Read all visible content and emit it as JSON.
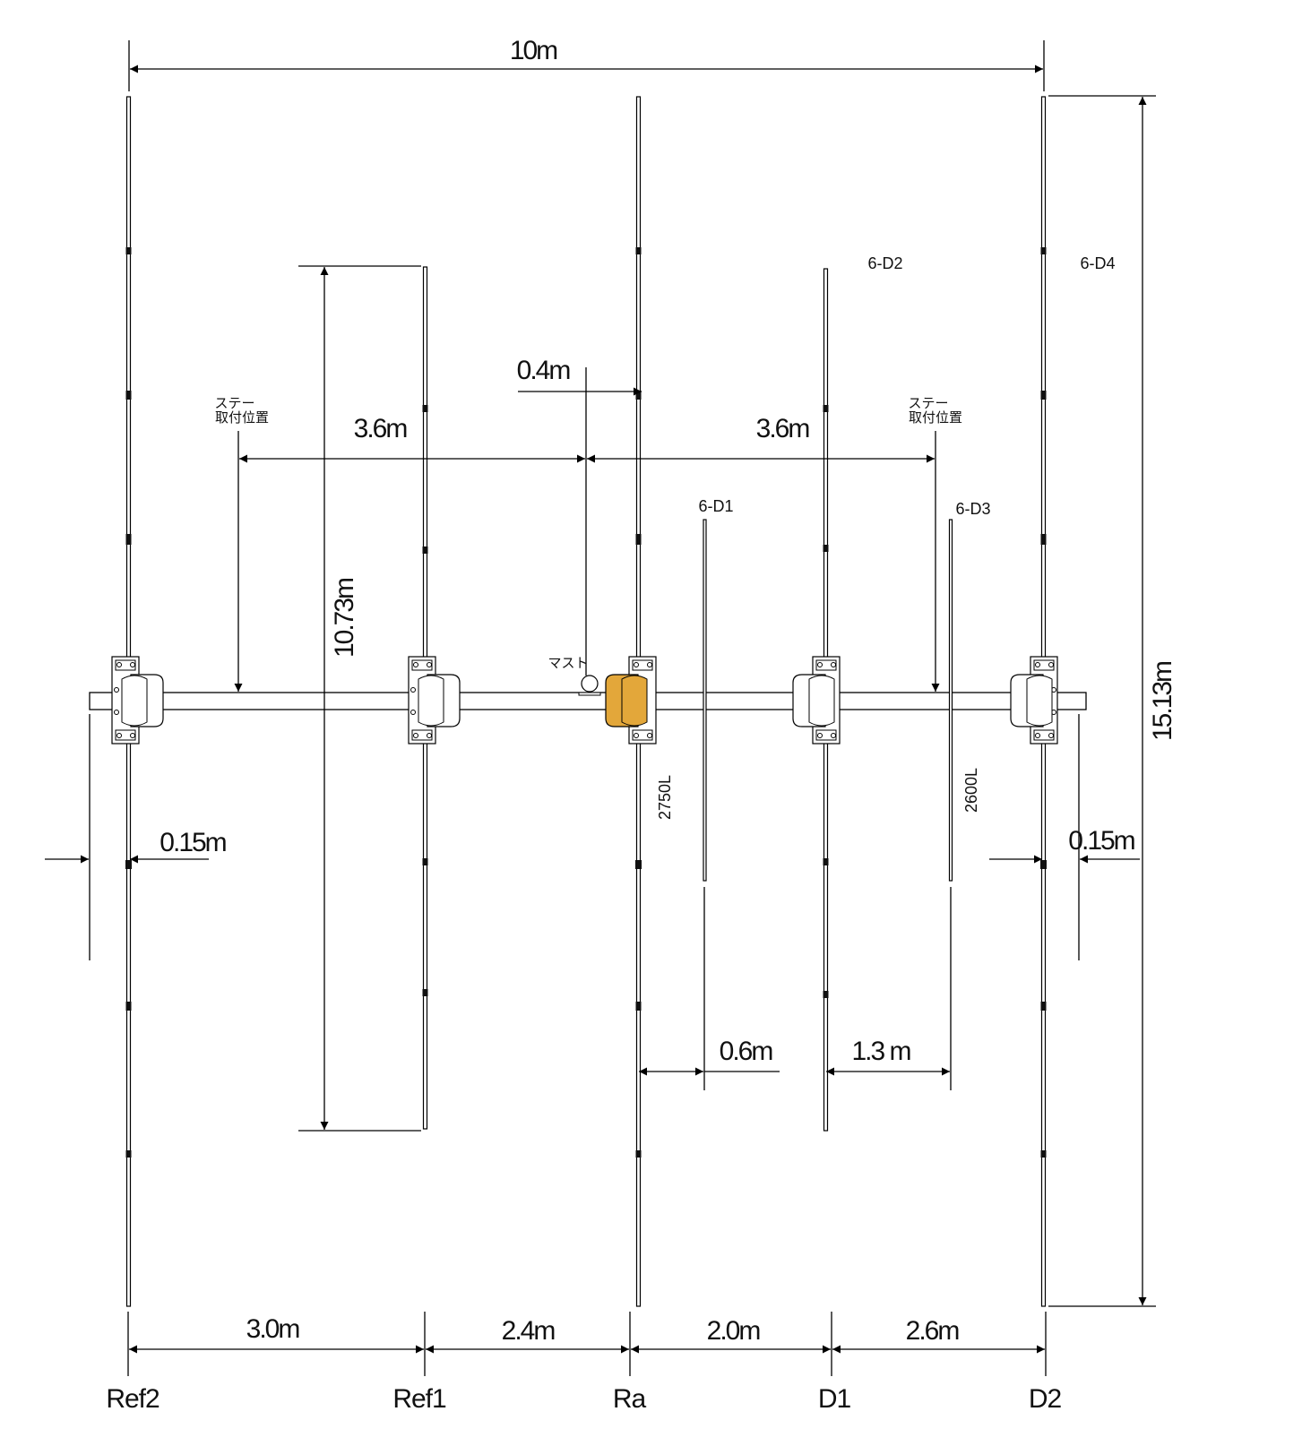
{
  "dimensions": {
    "total_length": "10m",
    "ref2_ref1": "3.0m",
    "ref1_ra": "2.4m",
    "ra_d1": "2.0m",
    "d1_d2": "2.6m",
    "long_element": "15.13m",
    "ref1_element": "10.73m",
    "stay_left": "3.6m",
    "stay_right": "3.6m",
    "mast_offset": "0.4m",
    "boom_end_left": "0.15m",
    "boom_end_right": "0.15m",
    "d1_offset": "0.6m",
    "d3_offset": "1.3 m"
  },
  "element_labels": {
    "ref2": "Ref2",
    "ref1": "Ref1",
    "ra": "Ra",
    "d1": "D1",
    "d2": "D2"
  },
  "sub_elements": {
    "six_d1": "6-D1",
    "six_d2": "6-D2",
    "six_d3": "6-D3",
    "six_d4": "6-D4",
    "len_2750": "2750L",
    "len_2600": "2600L"
  },
  "annotations": {
    "stay_left_line1": "ステー",
    "stay_left_line2": "取付位置",
    "stay_right_line1": "ステー",
    "stay_right_line2": "取付位置",
    "mast": "マスト"
  },
  "colors": {
    "radiator_bracket": "#E3A73A"
  }
}
